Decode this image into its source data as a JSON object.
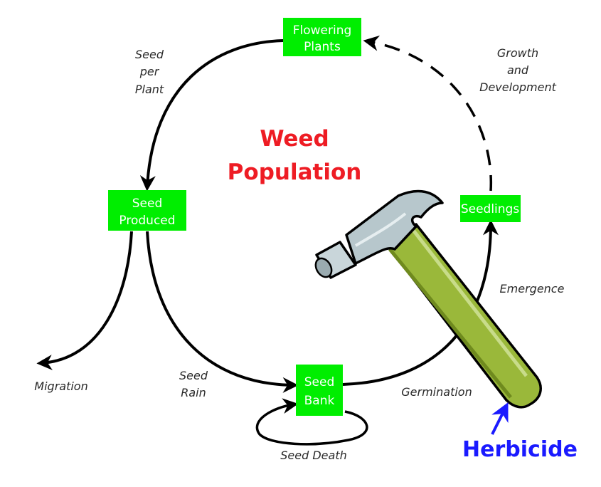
{
  "title": {
    "line1": "Weed",
    "line2": "Population",
    "color": "#ee1c24"
  },
  "nodes": {
    "flowering_plants": {
      "line1": "Flowering",
      "line2": "Plants"
    },
    "seed_produced": {
      "line1": "Seed",
      "line2": "Produced"
    },
    "seed_bank": {
      "line1": "Seed",
      "line2": "Bank"
    },
    "seedlings": {
      "line1": "Seedlings"
    },
    "fill_color": "#00ee00"
  },
  "edge_labels": {
    "seed_per_plant": [
      "Seed",
      "per",
      "Plant"
    ],
    "growth_and_development": [
      "Growth",
      "and",
      "Development"
    ],
    "emergence": "Emergence",
    "germination": "Germination",
    "seed_rain": [
      "Seed",
      "Rain"
    ],
    "migration": "Migration",
    "seed_death": "Seed Death"
  },
  "herbicide": {
    "label": "Herbicide",
    "color": "#1a1aff",
    "icon": "hammer-icon"
  }
}
